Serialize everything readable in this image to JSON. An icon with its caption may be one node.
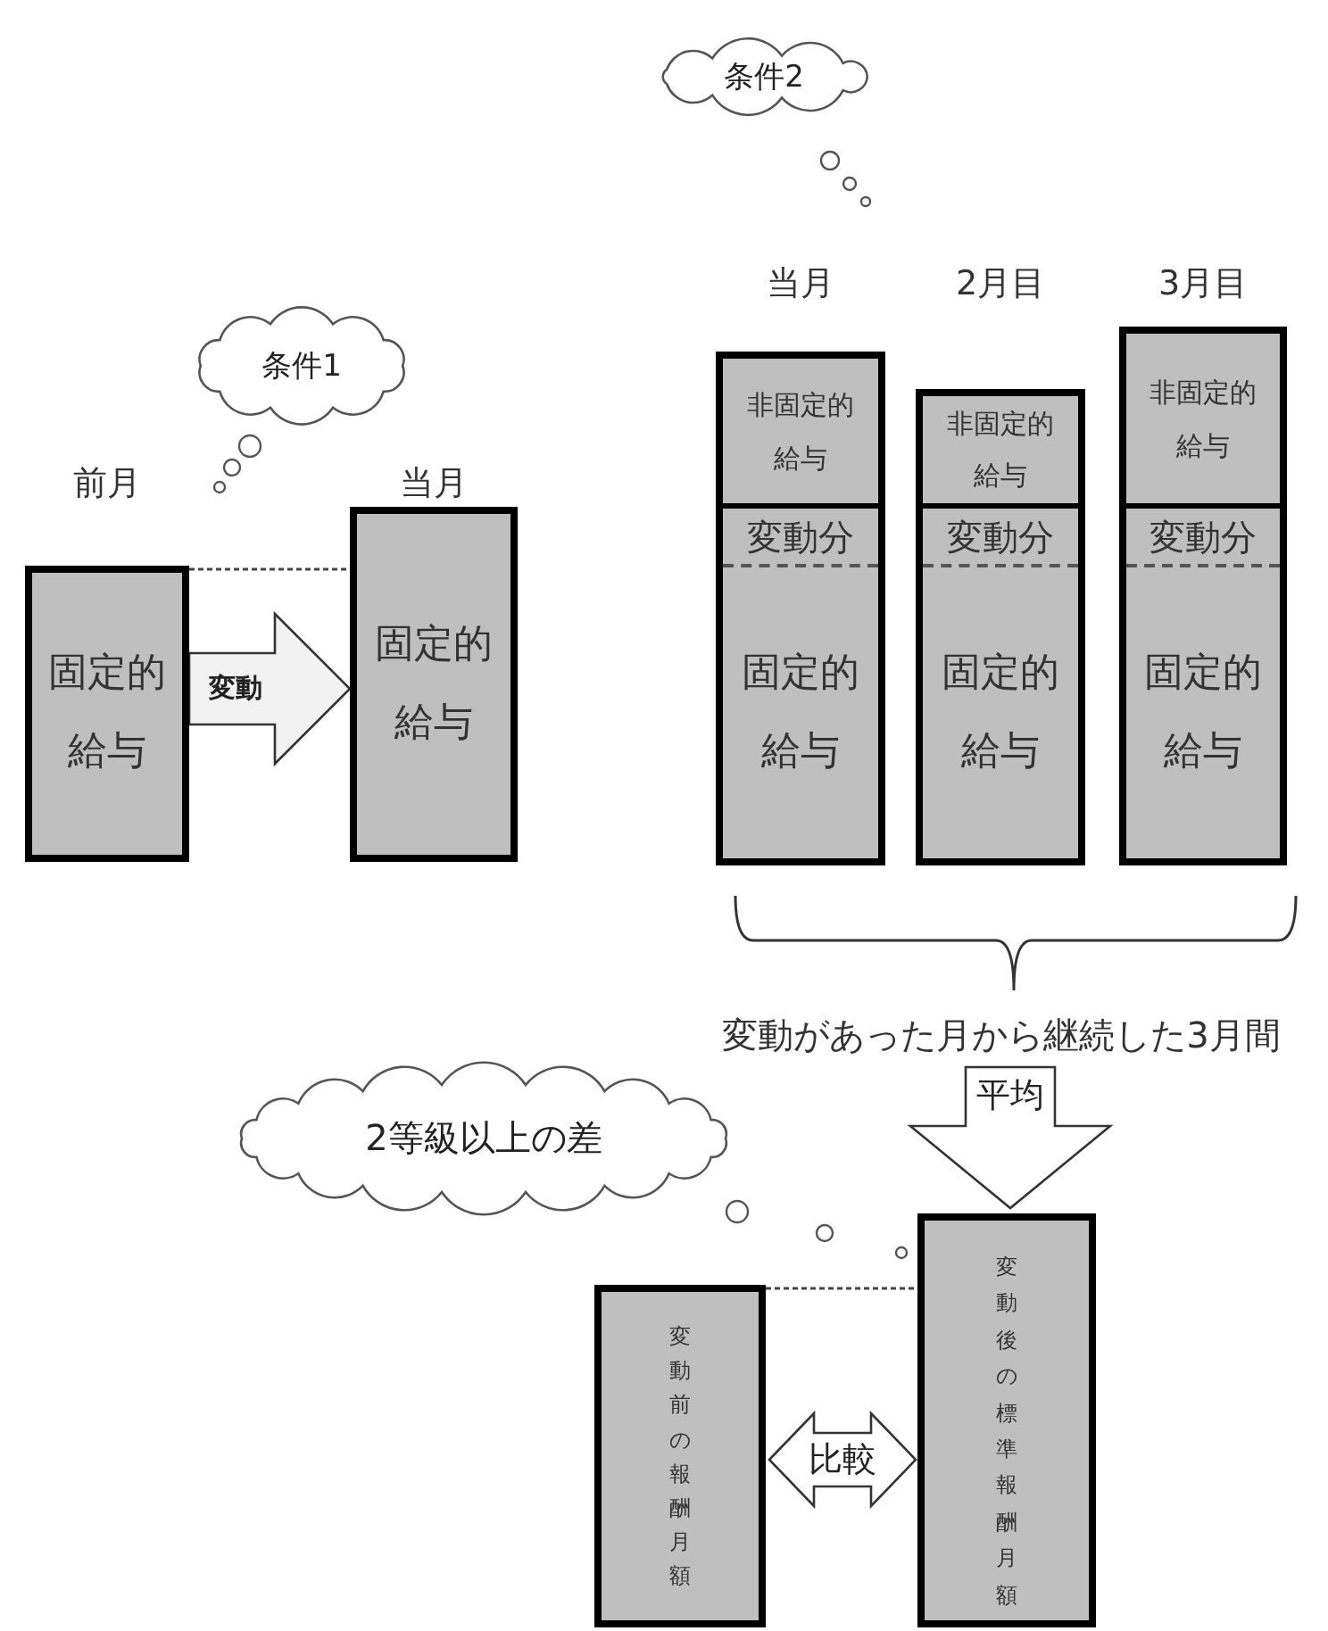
{
  "diagram": {
    "nodes": [
      {
        "text": [
          "条件1"
        ]
      },
      {
        "text": [
          "前月",
          "固定的給与"
        ]
      },
      {
        "text": [
          "当月",
          "固定的給与"
        ]
      },
      {
        "text": [
          "条件2"
        ]
      },
      {
        "text": [
          "当月"
        ]
      },
      {
        "text": [
          "非固定的給与"
        ],
        "in": 4
      },
      {
        "text": [
          "変動分"
        ],
        "in": 4
      },
      {
        "text": [
          "固定的給与"
        ],
        "in": 4
      },
      {
        "text": [
          "2月目"
        ]
      },
      {
        "text": [
          "非固定的給与"
        ],
        "in": 8
      },
      {
        "text": [
          "変動分"
        ],
        "in": 8
      },
      {
        "text": [
          "固定的給与"
        ],
        "in": 8
      },
      {
        "text": [
          "3月目"
        ]
      },
      {
        "text": [
          "非固定的給与"
        ],
        "in": 12
      },
      {
        "text": [
          "変動分"
        ],
        "in": 12
      },
      {
        "text": [
          "固定的給与"
        ],
        "in": 12
      },
      {
        "text": [
          "変動があった月から継続した3月間"
        ]
      },
      {
        "text": [
          "2等級以上の差"
        ]
      },
      {
        "text": [
          "変動前の報酬月額"
        ]
      },
      {
        "text": [
          "変動後の標準報酬月額"
        ]
      }
    ],
    "edges": [
      {
        "from": 1,
        "to": 2,
        "arrow": "to",
        "label": "変動"
      },
      {
        "from": 16,
        "to": 19,
        "arrow": "to",
        "label": "平均"
      },
      {
        "from": 18,
        "to": 19,
        "arrow": "both",
        "label": "比較"
      },
      {
        "from": 1,
        "to": 2,
        "arrow": "none",
        "style": "dashed"
      },
      {
        "from": 18,
        "to": 19,
        "arrow": "none",
        "style": "dashed"
      }
    ]
  }
}
